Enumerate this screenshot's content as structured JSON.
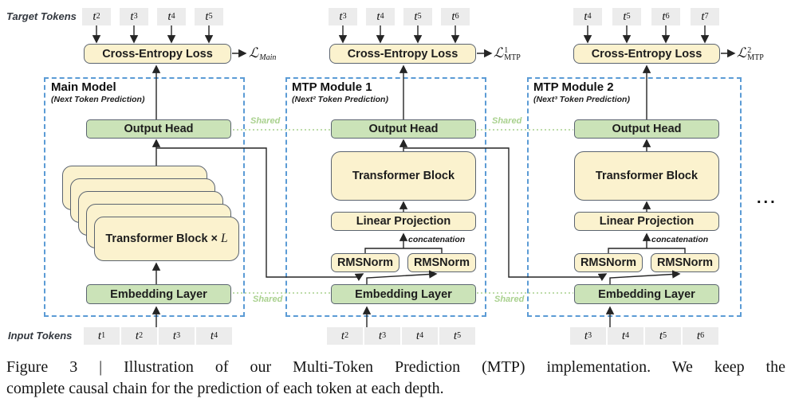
{
  "labels": {
    "target_tokens": "Target Tokens",
    "input_tokens": "Input Tokens",
    "shared": "Shared",
    "concatenation": "concatenation",
    "ellipsis": "..."
  },
  "colors": {
    "module_border_blue": "#5b9bd5",
    "box_yellow": "#fbf2ce",
    "box_green": "#cbe3b8",
    "token_gray": "#ececec",
    "shared_green": "#a9d18e",
    "line_dark": "#252525"
  },
  "caption": {
    "line1": "Figure 3 | Illustration of our Multi-Token Prediction (MTP) implementation.  We keep the",
    "line2": "complete causal chain for the prediction of each token at each depth."
  },
  "modules": [
    {
      "title": "Main Model",
      "subtitle": "(Next Token Prediction)",
      "loss": {
        "base": "ℒ",
        "sup": "",
        "sub": "Main"
      },
      "boxes": {
        "cross_entropy": "Cross-Entropy Loss",
        "output_head": "Output Head",
        "transformer": "Transformer Block ×",
        "transformer_var": "L",
        "embedding": "Embedding Layer"
      },
      "target_tokens": [
        {
          "base": "t",
          "sub": "2"
        },
        {
          "base": "t",
          "sub": "3"
        },
        {
          "base": "t",
          "sub": "4"
        },
        {
          "base": "t",
          "sub": "5"
        }
      ],
      "input_tokens": [
        {
          "base": "t",
          "sub": "1"
        },
        {
          "base": "t",
          "sub": "2"
        },
        {
          "base": "t",
          "sub": "3"
        },
        {
          "base": "t",
          "sub": "4"
        }
      ]
    },
    {
      "title": "MTP Module 1",
      "subtitle": "(Next² Token Prediction)",
      "loss": {
        "base": "ℒ",
        "sup": "1",
        "sub": "MTP"
      },
      "boxes": {
        "cross_entropy": "Cross-Entropy Loss",
        "output_head": "Output Head",
        "transformer": "Transformer Block",
        "linear": "Linear Projection",
        "rmsnorm_left": "RMSNorm",
        "rmsnorm_right": "RMSNorm",
        "embedding": "Embedding Layer"
      },
      "target_tokens": [
        {
          "base": "t",
          "sub": "3"
        },
        {
          "base": "t",
          "sub": "4"
        },
        {
          "base": "t",
          "sub": "5"
        },
        {
          "base": "t",
          "sub": "6"
        }
      ],
      "input_tokens": [
        {
          "base": "t",
          "sub": "2"
        },
        {
          "base": "t",
          "sub": "3"
        },
        {
          "base": "t",
          "sub": "4"
        },
        {
          "base": "t",
          "sub": "5"
        }
      ]
    },
    {
      "title": "MTP Module 2",
      "subtitle": "(Next³ Token Prediction)",
      "loss": {
        "base": "ℒ",
        "sup": "2",
        "sub": "MTP"
      },
      "boxes": {
        "cross_entropy": "Cross-Entropy Loss",
        "output_head": "Output Head",
        "transformer": "Transformer Block",
        "linear": "Linear Projection",
        "rmsnorm_left": "RMSNorm",
        "rmsnorm_right": "RMSNorm",
        "embedding": "Embedding Layer"
      },
      "target_tokens": [
        {
          "base": "t",
          "sub": "4"
        },
        {
          "base": "t",
          "sub": "5"
        },
        {
          "base": "t",
          "sub": "6"
        },
        {
          "base": "t",
          "sub": "7"
        }
      ],
      "input_tokens": [
        {
          "base": "t",
          "sub": "3"
        },
        {
          "base": "t",
          "sub": "4"
        },
        {
          "base": "t",
          "sub": "5"
        },
        {
          "base": "t",
          "sub": "6"
        }
      ]
    }
  ]
}
